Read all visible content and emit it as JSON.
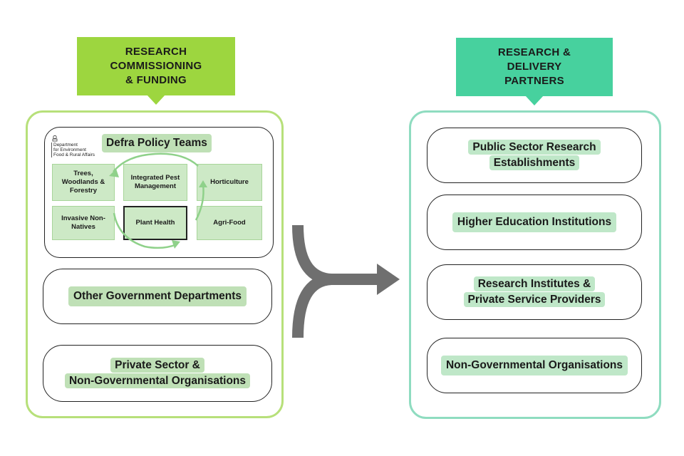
{
  "left_header": "RESEARCH\nCOMMISSIONING\n& FUNDING",
  "right_header": "RESEARCH &\nDELIVERY\nPARTNERS",
  "defra": {
    "logo_lines": [
      "Department",
      "for Environment",
      "Food & Rural Affairs"
    ],
    "title": "Defra Policy Teams",
    "tiles": {
      "trees": "Trees,\nWoodlands &\nForestry",
      "ipm": "Integrated Pest\nManagement",
      "horticulture": "Horticulture",
      "invasive": "Invasive Non-\nNatives",
      "plant_health": "Plant Health",
      "agri_food": "Agri-Food"
    }
  },
  "left_boxes": {
    "ogd": "Other Government Departments",
    "private_line1": "Private Sector &",
    "private_line2": "Non-Governmental Organisations"
  },
  "right_boxes": {
    "psre_line1": "Public Sector Research",
    "psre_line2": "Establishments",
    "hei": "Higher Education Institutions",
    "ri_line1": "Research Institutes &",
    "ri_line2": "Private Service Providers",
    "ngo": "Non-Governmental Organisations"
  },
  "colors": {
    "left_accent": "#9dd63f",
    "right_accent": "#47d19e",
    "arrow": "#6f6f6f"
  }
}
